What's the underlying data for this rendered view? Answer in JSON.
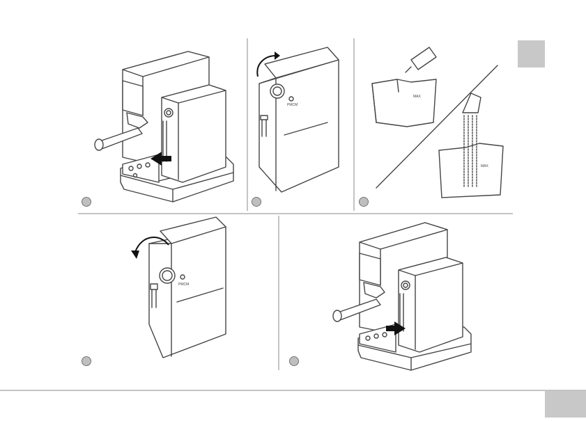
{
  "colors": {
    "line": "#444444",
    "divider": "#8a8a8a",
    "step_marker": "#bfbfbf",
    "language_tab": "#c8c8c8",
    "page_number_tab": "#c8c8c8",
    "arrow": "#111111"
  },
  "steps": [
    {
      "id": 1,
      "marker": "",
      "illustration": "remove-water-tank"
    },
    {
      "id": 2,
      "marker": "",
      "illustration": "turn-knob-clockwise"
    },
    {
      "id": 3,
      "marker": "",
      "illustration": "fill-tank-from-tap"
    },
    {
      "id": 4,
      "marker": "",
      "illustration": "turn-knob-counterclockwise"
    },
    {
      "id": 5,
      "marker": "",
      "illustration": "reinsert-water-tank"
    }
  ],
  "knob_label": "PMCM",
  "tank_label": "MAX",
  "language_tab": "",
  "page_number": ""
}
